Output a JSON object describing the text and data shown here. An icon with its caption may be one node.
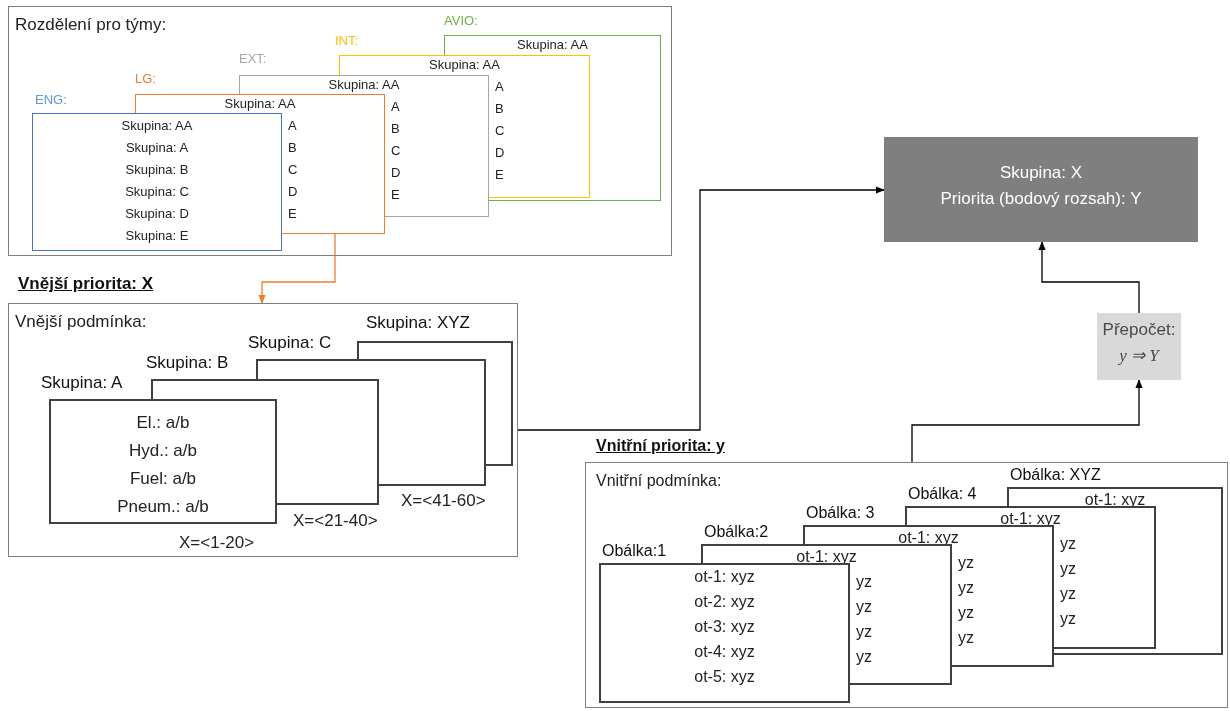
{
  "diagram": {
    "nodes": [
      {
        "text": [
          "Rozdělení pro týmy:"
        ]
      },
      {
        "text": [
          "ENG:",
          "Skupina: AA",
          "Skupina: A",
          "Skupina: B",
          "Skupina: C",
          "Skupina: D",
          "Skupina: E"
        ],
        "in": 0
      },
      {
        "text": [
          "LG:",
          "Skupina: AA",
          "A",
          "B",
          "C",
          "D",
          "E"
        ],
        "in": 0
      },
      {
        "text": [
          "EXT:",
          "Skupina: AA",
          "A",
          "B",
          "C",
          "D",
          "E"
        ],
        "in": 0
      },
      {
        "text": [
          "INT:",
          "Skupina: AA",
          "A",
          "B",
          "C",
          "D",
          "E"
        ],
        "in": 0
      },
      {
        "text": [
          "AVIO:",
          "Skupina: AA"
        ],
        "in": 0
      },
      {
        "text": [
          "Vnější priorita: X",
          "Vnější podmínka:"
        ]
      },
      {
        "text": [
          "Skupina: A",
          "El.: a/b",
          "Hyd.: a/b",
          "Fuel: a/b",
          "Pneum.: a/b"
        ],
        "beside": [
          "X=<1-20>"
        ],
        "in": 6
      },
      {
        "text": [
          "Skupina: B"
        ],
        "beside": [
          "X=<21-40>"
        ],
        "in": 6
      },
      {
        "text": [
          "Skupina: C"
        ],
        "beside": [
          "X=<41-60>"
        ],
        "in": 6
      },
      {
        "text": [
          "Skupina: XYZ"
        ],
        "in": 6
      },
      {
        "text": [
          "Skupina: X",
          "Priorita (bodový rozsah): Y"
        ]
      },
      {
        "text": [
          "Přepočet:",
          "y ⇒ Y"
        ]
      },
      {
        "text": [
          "Vnitřní priorita: y",
          "Vnitřní podmínka:"
        ]
      },
      {
        "text": [
          "Obálka:1",
          "ot-1: xyz",
          "ot-2: xyz",
          "ot-3: xyz",
          "ot-4: xyz",
          "ot-5: xyz"
        ],
        "in": 13
      },
      {
        "text": [
          "Obálka:2",
          "ot-1: xyz",
          "yz",
          "yz",
          "yz",
          "yz"
        ],
        "in": 13
      },
      {
        "text": [
          "Obálka: 3",
          "ot-1: xyz",
          "yz",
          "yz",
          "yz",
          "yz"
        ],
        "in": 13
      },
      {
        "text": [
          "Obálka: 4",
          "ot-1: xyz",
          "yz",
          "yz",
          "yz",
          "yz"
        ],
        "in": 13
      },
      {
        "text": [
          "Obálka: XYZ",
          "ot-1: xyz"
        ],
        "in": 13
      }
    ],
    "edges": [
      {
        "from": 2,
        "to": 6,
        "arrow": "to",
        "color": "#ed7d31"
      },
      {
        "from": 6,
        "to": 11,
        "arrow": "to"
      },
      {
        "from": 12,
        "to": 11,
        "arrow": "to"
      },
      {
        "from": 13,
        "to": 12,
        "arrow": "to"
      }
    ]
  }
}
